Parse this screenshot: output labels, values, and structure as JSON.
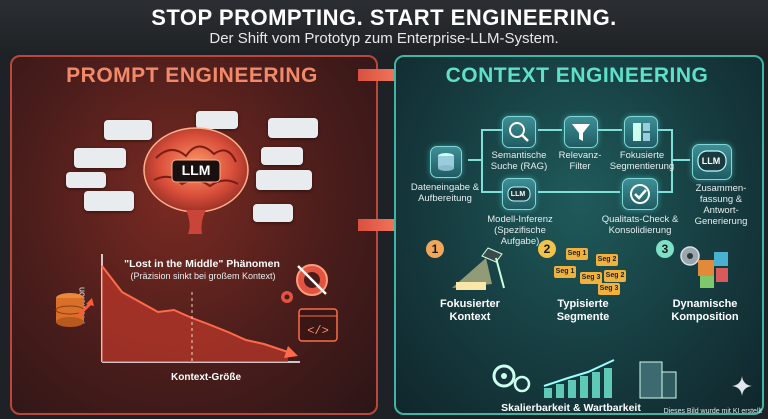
{
  "header": {
    "title": "STOP PROMPTING. START ENGINEERING.",
    "subtitle": "Der Shift vom Prototyp zum Enterprise-LLM-System."
  },
  "left": {
    "heading": "PROMPT ENGINEERING",
    "brain_label": "LLM",
    "chart_title": "\"Lost in the Middle\" Phänomen",
    "chart_subtitle": "(Präzision sinkt bei großem Kontext)",
    "y_axis": "Präzision",
    "x_axis": "Kontext-Größe"
  },
  "right": {
    "heading": "CONTEXT ENGINEERING",
    "flow": {
      "input": "Dateneingabe & Aufbereitung",
      "semantic": "Semantische Suche (RAG)",
      "relevance": "Relevanz-Filter",
      "segmentation": "Fokusierte Segmentierung",
      "summary": "Zusammen-fassung & Antwort-Generierung",
      "inference": "Modell-Inferenz (Spezifische Aufgabe)",
      "quality": "Qualitats-Check & Konsolidierung",
      "llm_label": "LLM",
      "llm_small": "LLM"
    },
    "steps": [
      {
        "num": "1",
        "label": "Fokusierter Kontext"
      },
      {
        "num": "2",
        "label": "Typisierte Segmente"
      },
      {
        "num": "3",
        "label": "Dynamische Komposition"
      }
    ],
    "segments": [
      "Seg 1",
      "Seg 2",
      "Seg 1",
      "Seg 3",
      "Seg 2",
      "Seg 3"
    ],
    "bottom": "Skalierbarkeit & Wartbarkeit"
  },
  "footer": "Dieses Bild wurde mit KI erstellt",
  "colors": {
    "left_accent": "#f28a6a",
    "right_accent": "#5fe0c9",
    "arrow": "#e05a4a"
  }
}
